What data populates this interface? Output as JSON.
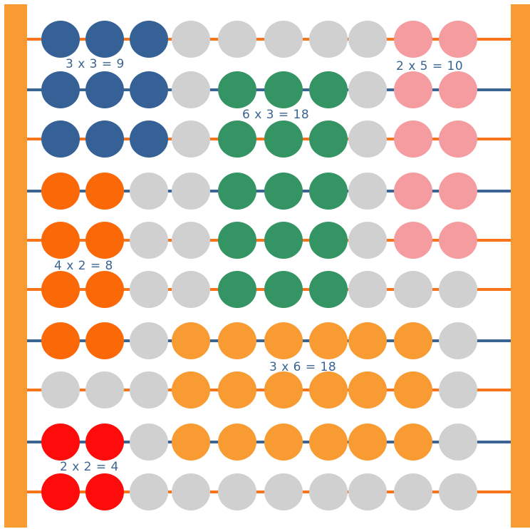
{
  "colors": {
    "frame": "#f99b33",
    "rod_orange": "#f7741b",
    "rod_blue": "#3a6491",
    "blue": "#356196",
    "green": "#349463",
    "pink": "#f59ca0",
    "orange_dark": "#fb6808",
    "orange_light": "#f99b33",
    "red": "#fe0b0b",
    "gray": "#d0d0d0",
    "label": "#3a6491"
  },
  "rows": [
    {
      "rod": "rod_orange",
      "beads": [
        "blue",
        "blue",
        "blue",
        "gray",
        "gray",
        "gray",
        "gray",
        "gray",
        "pink",
        "pink"
      ]
    },
    {
      "rod": "rod_blue",
      "beads": [
        "blue",
        "blue",
        "blue",
        "gray",
        "green",
        "green",
        "green",
        "gray",
        "pink",
        "pink"
      ]
    },
    {
      "rod": "rod_orange",
      "beads": [
        "blue",
        "blue",
        "blue",
        "gray",
        "green",
        "green",
        "green",
        "gray",
        "pink",
        "pink"
      ]
    },
    {
      "rod": "rod_blue",
      "beads": [
        "orange_dark",
        "orange_dark",
        "gray",
        "gray",
        "green",
        "green",
        "green",
        "gray",
        "pink",
        "pink"
      ]
    },
    {
      "rod": "rod_orange",
      "beads": [
        "orange_dark",
        "orange_dark",
        "gray",
        "gray",
        "green",
        "green",
        "green",
        "gray",
        "pink",
        "pink"
      ]
    },
    {
      "rod": "rod_orange",
      "beads": [
        "orange_dark",
        "orange_dark",
        "gray",
        "gray",
        "green",
        "green",
        "green",
        "gray",
        "gray",
        "gray"
      ]
    },
    {
      "rod": "rod_blue",
      "beads": [
        "orange_dark",
        "orange_dark",
        "gray",
        "orange_light",
        "orange_light",
        "orange_light",
        "orange_light",
        "orange_light",
        "orange_light",
        "gray"
      ]
    },
    {
      "rod": "rod_orange",
      "beads": [
        "gray",
        "gray",
        "gray",
        "orange_light",
        "orange_light",
        "orange_light",
        "orange_light",
        "orange_light",
        "orange_light",
        "gray"
      ]
    },
    {
      "rod": "rod_blue",
      "beads": [
        "red",
        "red",
        "gray",
        "orange_light",
        "orange_light",
        "orange_light",
        "orange_light",
        "orange_light",
        "orange_light",
        "gray"
      ]
    },
    {
      "rod": "rod_orange",
      "beads": [
        "red",
        "red",
        "gray",
        "gray",
        "gray",
        "gray",
        "gray",
        "gray",
        "gray",
        "gray"
      ]
    }
  ],
  "labels": {
    "blue": "3 x 3 = 9",
    "pink": "2 x 5 = 10",
    "green": "6 x 3 = 18",
    "orange_dark": "4 x 2 = 8",
    "orange_light": "3 x 6 = 18",
    "red": "2 x 2 = 4"
  }
}
